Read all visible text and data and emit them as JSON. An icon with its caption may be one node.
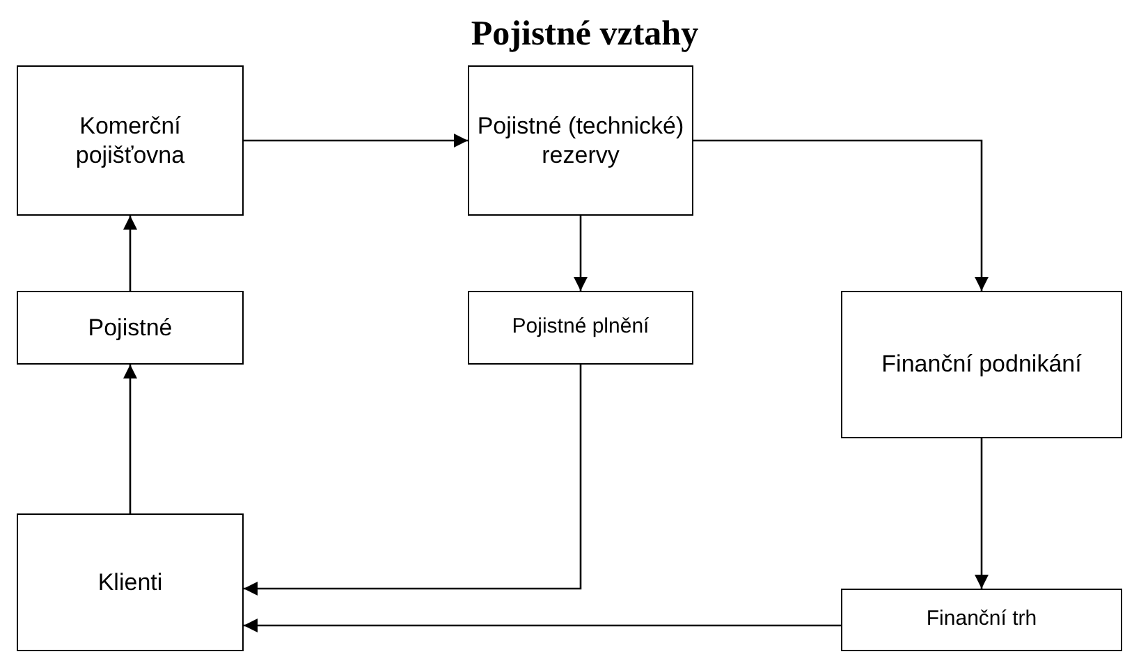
{
  "diagram": {
    "title": "Pojistné vztahy",
    "nodes": [
      {
        "text": [
          "Komerční pojišťovna"
        ]
      },
      {
        "text": [
          "Pojistné (technické) rezervy"
        ]
      },
      {
        "text": [
          "Pojistné"
        ]
      },
      {
        "text": [
          "Pojistné plnění"
        ]
      },
      {
        "text": [
          "Finanční podnikání"
        ]
      },
      {
        "text": [
          "Klienti"
        ]
      },
      {
        "text": [
          "Finanční trh"
        ]
      }
    ],
    "edges": [
      {
        "from": 0,
        "to": 1,
        "arrow": "to"
      },
      {
        "from": 1,
        "to": 3,
        "arrow": "to"
      },
      {
        "from": 1,
        "to": 4,
        "arrow": "to"
      },
      {
        "from": 2,
        "to": 0,
        "arrow": "to"
      },
      {
        "from": 5,
        "to": 2,
        "arrow": "to"
      },
      {
        "from": 3,
        "to": 5,
        "arrow": "to"
      },
      {
        "from": 4,
        "to": 6,
        "arrow": "to"
      },
      {
        "from": 6,
        "to": 5,
        "arrow": "to"
      }
    ]
  }
}
